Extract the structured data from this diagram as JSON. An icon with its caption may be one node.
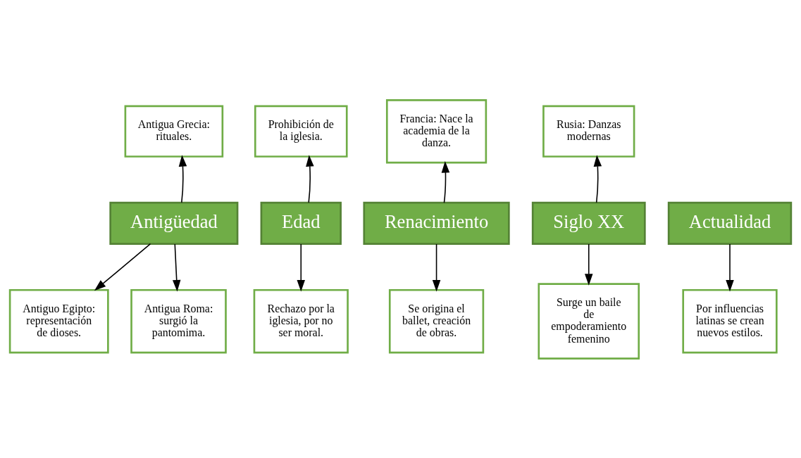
{
  "diagram": {
    "nodes": [
      {
        "text": [
          "Antigüedad"
        ]
      },
      {
        "text": [
          "Edad"
        ]
      },
      {
        "text": [
          "Renacimiento"
        ]
      },
      {
        "text": [
          "Siglo XX"
        ]
      },
      {
        "text": [
          "Actualidad"
        ]
      },
      {
        "text": [
          "Antigua Grecia: rituales."
        ]
      },
      {
        "text": [
          "Prohibición de la iglesia."
        ]
      },
      {
        "text": [
          "Francia: Nace la academia de la danza."
        ]
      },
      {
        "text": [
          "Rusia: Danzas modernas"
        ]
      },
      {
        "text": [
          "Antiguo Egipto: representación de dioses."
        ]
      },
      {
        "text": [
          "Antigua Roma: surgió la pantomima."
        ]
      },
      {
        "text": [
          "Rechazo por la iglesia, por no ser moral."
        ]
      },
      {
        "text": [
          "Se origina el ballet, creación de obras."
        ]
      },
      {
        "text": [
          "Surge un baile de empoderamiento femenino"
        ]
      },
      {
        "text": [
          "Por influencias latinas se crean nuevos estilos."
        ]
      }
    ],
    "edges": [
      {
        "from": 0,
        "to": 5,
        "arrow": "to"
      },
      {
        "from": 1,
        "to": 6,
        "arrow": "to"
      },
      {
        "from": 2,
        "to": 7,
        "arrow": "to"
      },
      {
        "from": 3,
        "to": 8,
        "arrow": "to"
      },
      {
        "from": 0,
        "to": 9,
        "arrow": "to"
      },
      {
        "from": 0,
        "to": 10,
        "arrow": "to"
      },
      {
        "from": 1,
        "to": 11,
        "arrow": "to"
      },
      {
        "from": 2,
        "to": 12,
        "arrow": "to"
      },
      {
        "from": 3,
        "to": 13,
        "arrow": "to"
      },
      {
        "from": 4,
        "to": 14,
        "arrow": "to"
      }
    ]
  }
}
